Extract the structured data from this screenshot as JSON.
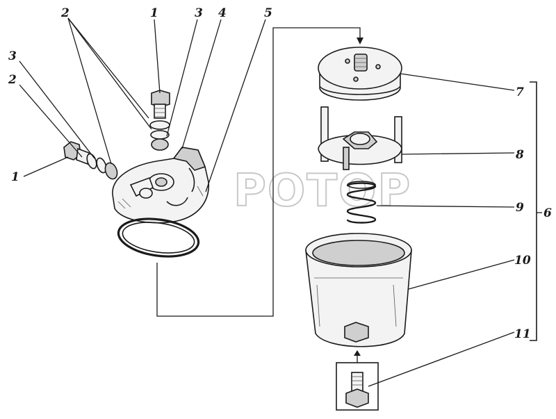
{
  "labels": {
    "l1a": "1",
    "l1b": "1",
    "l2a": "2",
    "l2b": "2",
    "l3a": "3",
    "l3b": "3",
    "l4": "4",
    "l5": "5",
    "l6": "6",
    "l7": "7",
    "l8": "8",
    "l9": "9",
    "l10": "10",
    "l11": "11"
  },
  "watermark": "РОТОР"
}
